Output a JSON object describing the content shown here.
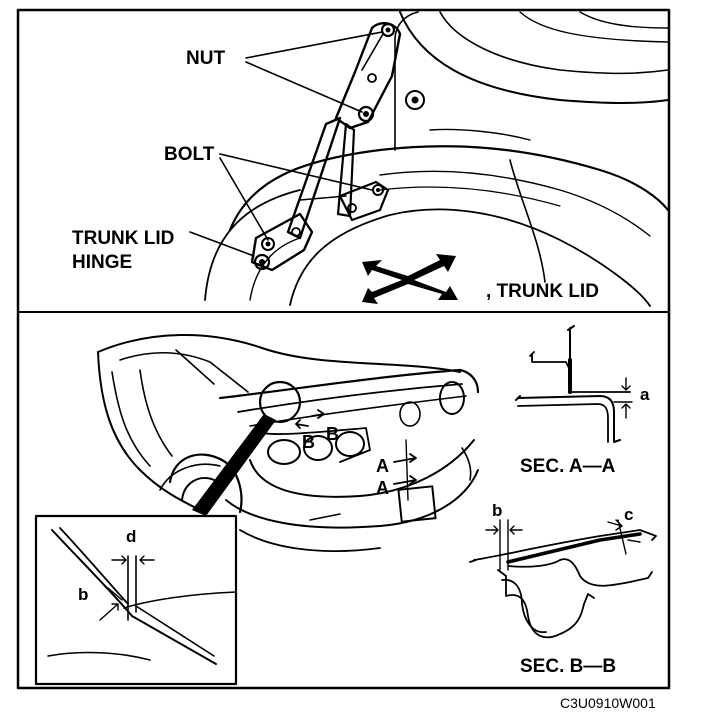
{
  "labels": {
    "nut": "NUT",
    "bolt": "BOLT",
    "hinge_line1": "TRUNK LID",
    "hinge_line2": "HINGE",
    "trunk_lid": ", TRUNK LID",
    "b_left": "B",
    "b_right": "B",
    "a_upper": "A",
    "a_lower": "A",
    "inset_d": "d",
    "inset_b": "b",
    "sec_aa_a": "a",
    "sec_aa_title": "SEC. A—A",
    "sec_bb_b": "b",
    "sec_bb_c": "c",
    "sec_bb_title": "SEC. B—B",
    "figure_code": "C3U0910W001"
  }
}
